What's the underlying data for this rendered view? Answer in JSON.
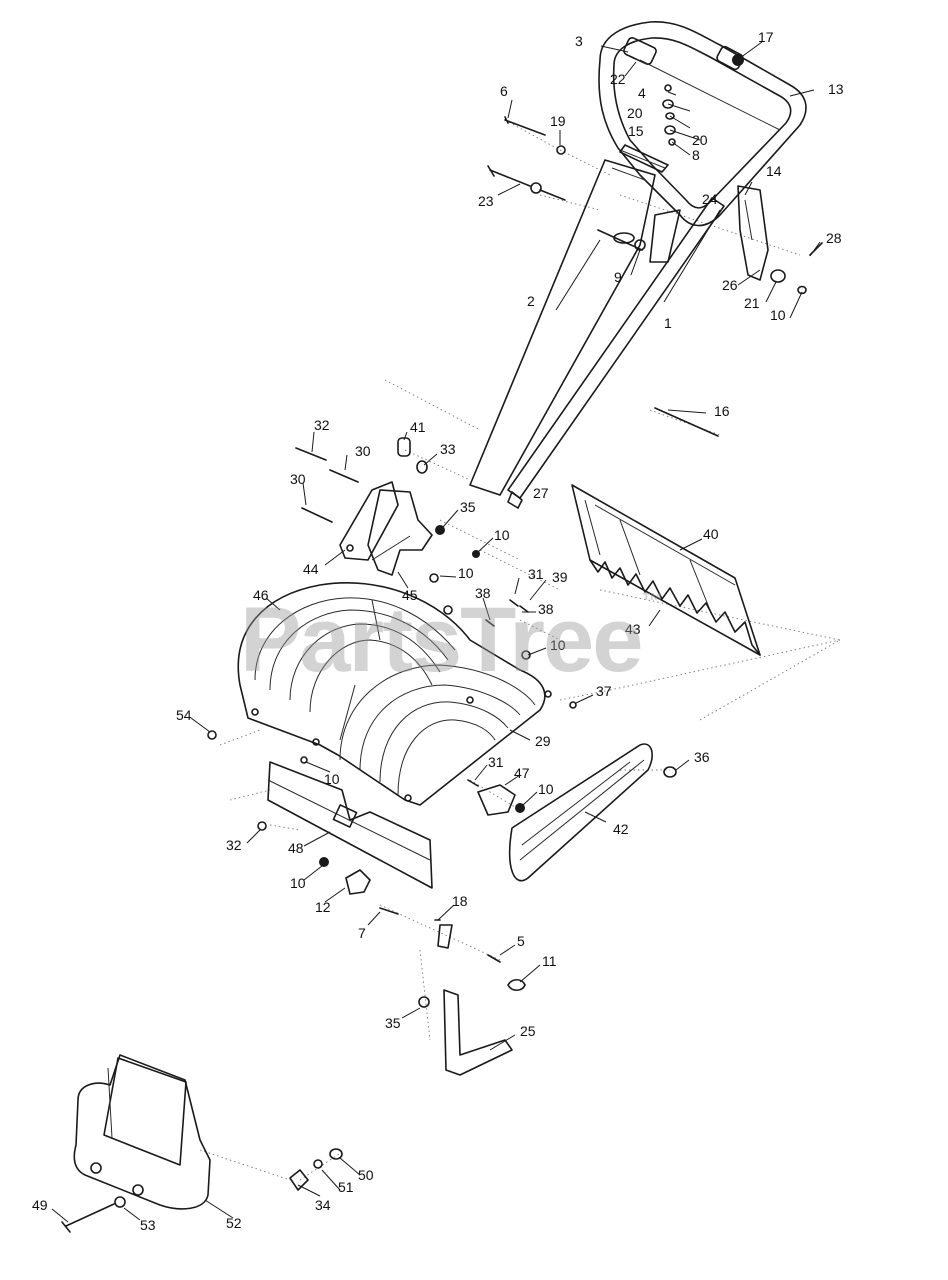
{
  "watermark": {
    "text": "PartsTree",
    "mark": "™"
  },
  "callouts": [
    "1",
    "2",
    "3",
    "4",
    "5",
    "6",
    "7",
    "8",
    "9",
    "10",
    "10",
    "10",
    "10",
    "10",
    "10",
    "10",
    "10",
    "11",
    "12",
    "13",
    "14",
    "15",
    "16",
    "17",
    "18",
    "19",
    "20",
    "20",
    "21",
    "22",
    "23",
    "24",
    "25",
    "26",
    "27",
    "28",
    "29",
    "30",
    "30",
    "31",
    "31",
    "32",
    "32",
    "33",
    "34",
    "35",
    "35",
    "36",
    "37",
    "38",
    "38",
    "39",
    "40",
    "41",
    "42",
    "43",
    "44",
    "45",
    "46",
    "47",
    "48",
    "49",
    "50",
    "51",
    "52",
    "53",
    "54"
  ]
}
